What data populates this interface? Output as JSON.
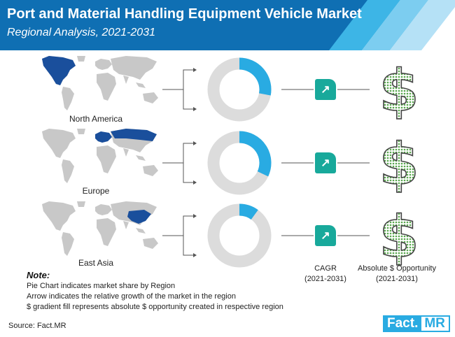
{
  "header": {
    "title": "Port and Material Handling Equipment Vehicle Market",
    "subtitle": "Regional Analysis, 2021-2031",
    "band_color": "#0f6fb3",
    "stripe_colors": [
      "#3db5e6",
      "#7ccdf0",
      "#b5e1f6"
    ]
  },
  "chart_data": {
    "type": "pie",
    "description_series": "Market share by region (donut)",
    "categories": [
      "North America",
      "Europe",
      "East Asia"
    ],
    "values": [
      28,
      32,
      10
    ],
    "colors": {
      "share": "#29abe2",
      "rest": "#dcdcdc"
    }
  },
  "regions": [
    {
      "name": "North America",
      "map_icon": "world-map-north-america-highlight",
      "cagr_icon": "arrow-up-right-icon",
      "opportunity_icon": "dollar-icon"
    },
    {
      "name": "Europe",
      "map_icon": "world-map-europe-highlight",
      "cagr_icon": "arrow-up-right-icon",
      "opportunity_icon": "dollar-icon"
    },
    {
      "name": "East Asia",
      "map_icon": "world-map-east-asia-highlight",
      "cagr_icon": "arrow-up-right-icon",
      "opportunity_icon": "dollar-icon"
    }
  ],
  "columns": {
    "cagr_label": "CAGR",
    "cagr_period": "(2021-2031)",
    "opportunity_label": "Absolute $ Opportunity",
    "opportunity_period": "(2021-2031)"
  },
  "notes": {
    "title": "Note:",
    "lines": [
      "Pie Chart indicates market share by Region",
      "Arrow indicates the relative growth of the market in the region",
      "$ gradient fill represents absolute $ opportunity created in respective region"
    ]
  },
  "footer": {
    "source": "Source: Fact.MR",
    "logo_part1": "Fact.",
    "logo_part2": "MR"
  },
  "colors": {
    "map_grey": "#c8c8c8",
    "map_highlight": "#1a4f9c",
    "cagr_teal": "#18a99b",
    "dollar_fill": "#7cc47a"
  }
}
